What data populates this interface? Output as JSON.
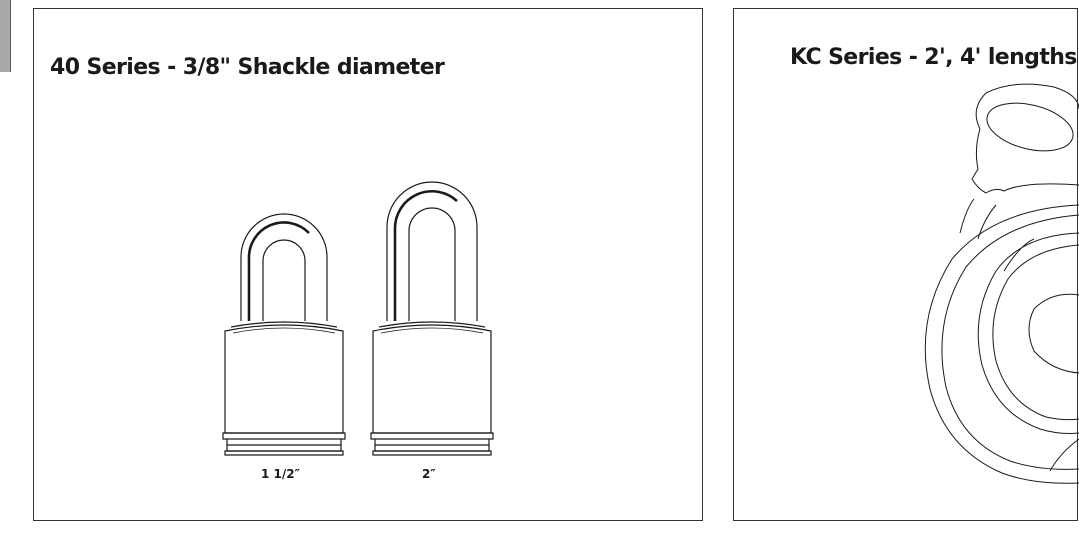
{
  "panels": {
    "left": {
      "title": "40 Series - 3/8\" Shackle diameter",
      "locks": [
        {
          "size_label": "1 1/2″"
        },
        {
          "size_label": "2″"
        }
      ]
    },
    "right": {
      "title": "KC Series - 2', 4' lengths"
    }
  }
}
